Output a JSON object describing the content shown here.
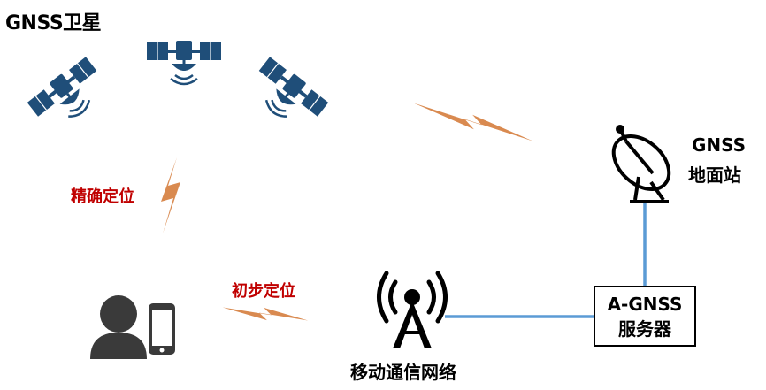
{
  "title": "GNSS卫星",
  "labels": {
    "precise_positioning": "精确定位",
    "initial_positioning": "初步定位",
    "mobile_network": "移动通信网络",
    "ground_station_line1": "GNSS",
    "ground_station_line2": "地面站",
    "server_line1": "A-GNSS",
    "server_line2": "服务器"
  },
  "colors": {
    "satellite": "#1f4e79",
    "lightning": "#d98a50",
    "link_line": "#5b9bd5",
    "label_red": "#c00000",
    "icon_dark": "#3a3a3a"
  },
  "icons": [
    "satellite-icon",
    "satellite-dish-icon",
    "cell-tower-icon",
    "user-icon",
    "smartphone-icon",
    "lightning-icon"
  ]
}
